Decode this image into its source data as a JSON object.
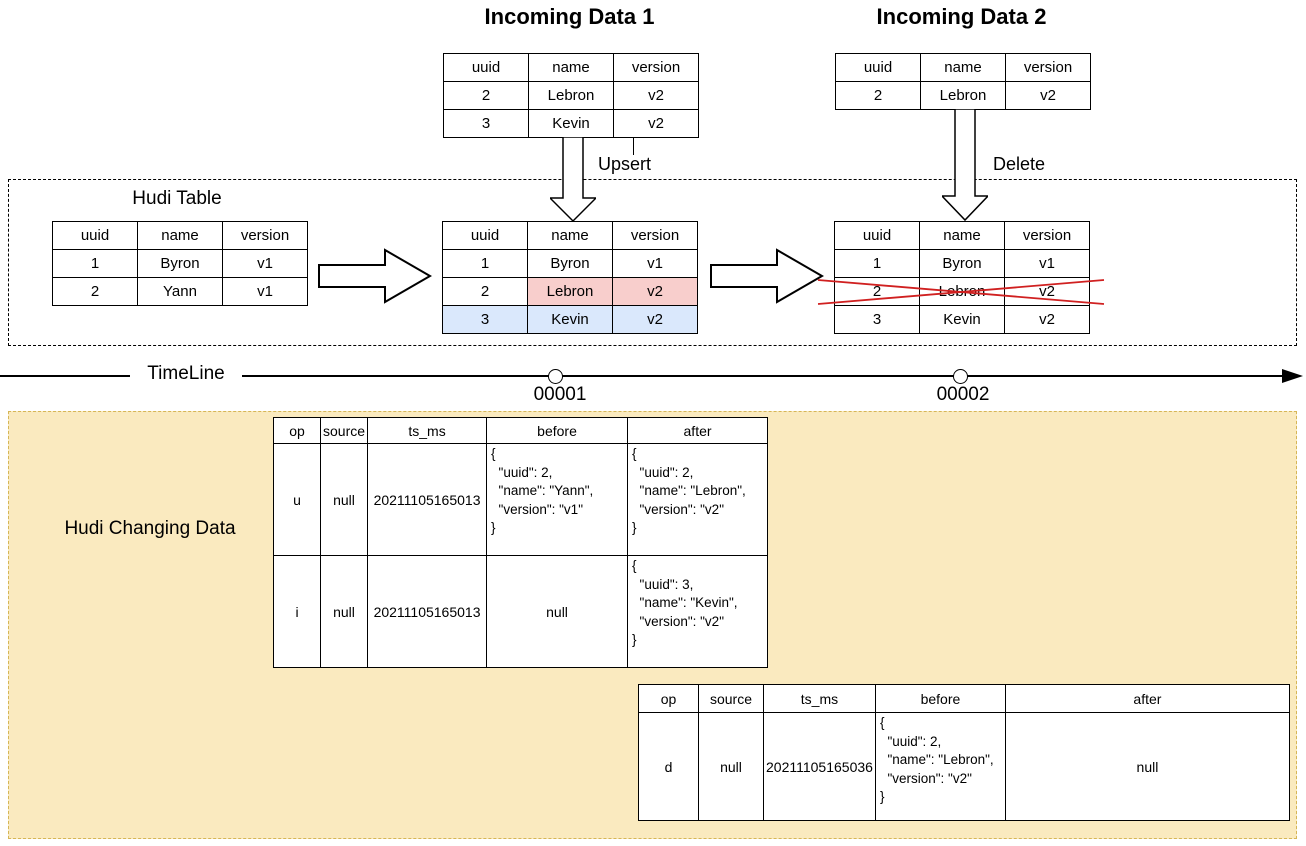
{
  "titles": {
    "incoming_data_1": "Incoming Data 1",
    "incoming_data_2": "Incoming Data 2",
    "hudi_table": "Hudi Table",
    "hudi_changing_data": "Hudi Changing Data"
  },
  "labels": {
    "upsert": "Upsert",
    "delete": "Delete",
    "timeline": "TimeLine"
  },
  "timeline": {
    "instants": [
      {
        "label": "00001"
      },
      {
        "label": "00002"
      }
    ]
  },
  "colors": {
    "updated_cell_fill": "#f8cecc",
    "updated_cell_border": "#b85450",
    "inserted_row_fill": "#dae8fc",
    "inserted_row_border": "#6c8ebf",
    "changing_box_fill": "#faeabf",
    "changing_box_border": "#d6b656",
    "delete_cross": "#d02020"
  },
  "tables": {
    "incoming1": {
      "headers": [
        "uuid",
        "name",
        "version"
      ],
      "rows": [
        [
          "2",
          "Lebron",
          "v2"
        ],
        [
          "3",
          "Kevin",
          "v2"
        ]
      ]
    },
    "incoming2": {
      "headers": [
        "uuid",
        "name",
        "version"
      ],
      "rows": [
        [
          "2",
          "Lebron",
          "v2"
        ]
      ]
    },
    "hudi_initial": {
      "headers": [
        "uuid",
        "name",
        "version"
      ],
      "rows": [
        [
          "1",
          "Byron",
          "v1"
        ],
        [
          "2",
          "Yann",
          "v1"
        ]
      ]
    },
    "hudi_after_upsert": {
      "headers": [
        "uuid",
        "name",
        "version"
      ],
      "rows": [
        [
          "1",
          "Byron",
          "v1"
        ],
        [
          "2",
          "Lebron",
          "v2"
        ],
        [
          "3",
          "Kevin",
          "v2"
        ]
      ]
    },
    "hudi_after_delete": {
      "headers": [
        "uuid",
        "name",
        "version"
      ],
      "rows": [
        [
          "1",
          "Byron",
          "v1"
        ],
        [
          "2",
          "Lebron",
          "v2"
        ],
        [
          "3",
          "Kevin",
          "v2"
        ]
      ]
    },
    "changing1": {
      "headers": [
        "op",
        "source",
        "ts_ms",
        "before",
        "after"
      ],
      "rows": [
        {
          "op": "u",
          "source": "null",
          "ts_ms": "20211105165013",
          "before": "{\n  \"uuid\": 2,\n  \"name\": \"Yann\",\n  \"version\": \"v1\"\n}",
          "after": "{\n  \"uuid\": 2,\n  \"name\": \"Lebron\",\n  \"version\": \"v2\"\n}"
        },
        {
          "op": "i",
          "source": "null",
          "ts_ms": "20211105165013",
          "before": "null",
          "after": "{\n  \"uuid\": 3,\n  \"name\": \"Kevin\",\n  \"version\": \"v2\"\n}"
        }
      ]
    },
    "changing2": {
      "headers": [
        "op",
        "source",
        "ts_ms",
        "before",
        "after"
      ],
      "rows": [
        {
          "op": "d",
          "source": "null",
          "ts_ms": "20211105165036",
          "before": "{\n  \"uuid\": 2,\n  \"name\": \"Lebron\",\n  \"version\": \"v2\"\n}",
          "after": "null"
        }
      ]
    }
  }
}
